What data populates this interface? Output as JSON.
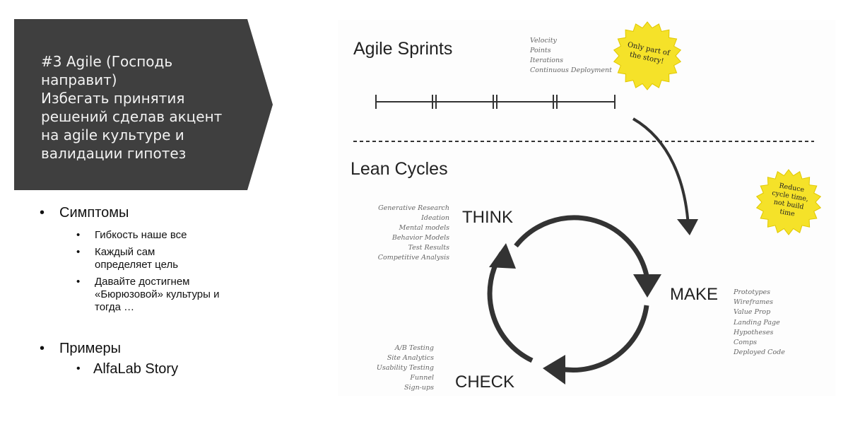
{
  "banner": {
    "lines": [
      "#3 Agile (Господь",
      "направит)",
      "Избегать принятия",
      "решений сделав акцент",
      "на agile культуре и",
      "валидации гипотез"
    ],
    "color": "#3f3f3f"
  },
  "bullets": {
    "symptoms": {
      "label": "Симптомы",
      "items": [
        "Гибкость наше все",
        "Каждый сам определяет цель",
        "Давайте достигнем «Бюрюзовой» культуры и тогда …"
      ]
    },
    "examples": {
      "label": "Примеры",
      "items": [
        "AlfaLab Story"
      ]
    }
  },
  "diagram": {
    "agile_title": "Agile Sprints",
    "agile_notes": [
      "Velocity",
      "Points",
      "Iterations",
      "Continuous Deployment"
    ],
    "badge1": [
      "Only part of",
      "the story!"
    ],
    "lean_title": "Lean Cycles",
    "badge2": [
      "Reduce",
      "cycle time,",
      "not build",
      "time"
    ],
    "think": "THINK",
    "make": "MAKE",
    "check": "CHECK",
    "think_notes": [
      "Generative Research",
      "Ideation",
      "Mental models",
      "Behavior Models",
      "Test Results",
      "Competitive Analysis"
    ],
    "make_notes": [
      "Prototypes",
      "Wireframes",
      "Value Prop",
      "Landing Page",
      "Hypotheses",
      "Comps",
      "Deployed Code"
    ],
    "check_notes": [
      "A/B Testing",
      "Site Analytics",
      "Usability Testing",
      "Funnel",
      "Sign-ups"
    ],
    "badge_color": "#f5e229"
  }
}
